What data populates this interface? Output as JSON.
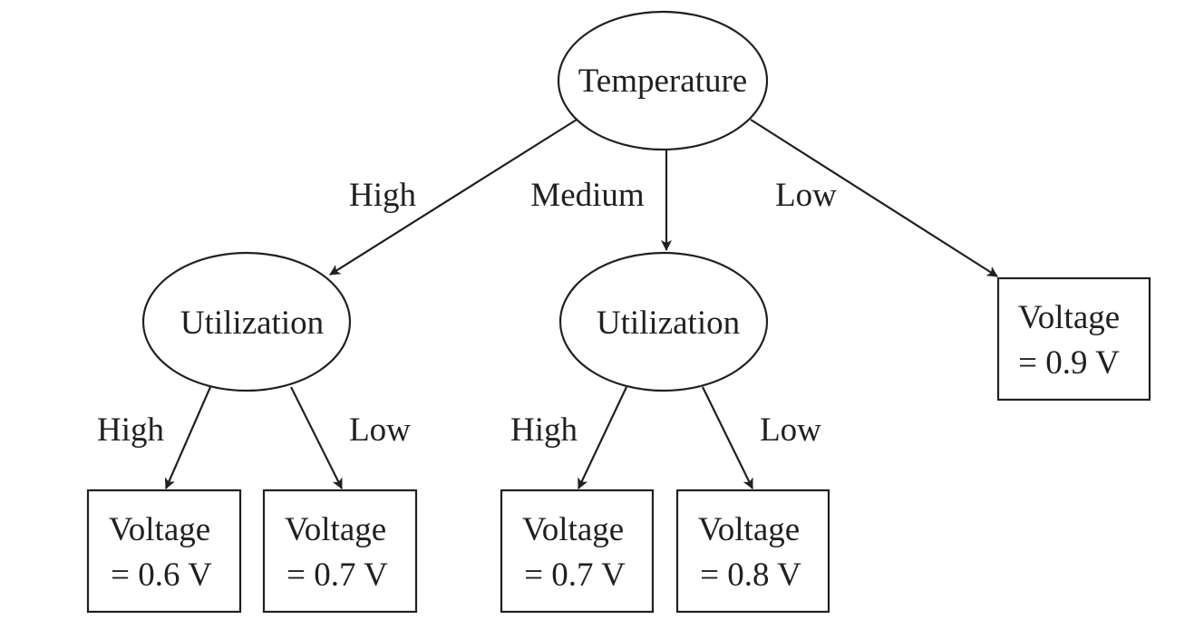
{
  "root": {
    "label": "Temperature"
  },
  "edges_root": {
    "high": "High",
    "medium": "Medium",
    "low": "Low"
  },
  "util_high": {
    "label": "Utilization"
  },
  "util_medium": {
    "label": "Utilization"
  },
  "edges_util_high": {
    "high": "High",
    "low": "Low"
  },
  "edges_util_medium": {
    "high": "High",
    "low": "Low"
  },
  "leaves": {
    "util_high_high": {
      "line1": "Voltage",
      "line2": "= 0.6 V"
    },
    "util_high_low": {
      "line1": "Voltage",
      "line2": "= 0.7 V"
    },
    "util_medium_high": {
      "line1": "Voltage",
      "line2": "= 0.7 V"
    },
    "util_medium_low": {
      "line1": "Voltage",
      "line2": "= 0.8 V"
    },
    "temp_low": {
      "line1": "Voltage",
      "line2": "= 0.9 V"
    }
  },
  "colors": {
    "stroke": "#231f20",
    "background": "#ffffff"
  }
}
